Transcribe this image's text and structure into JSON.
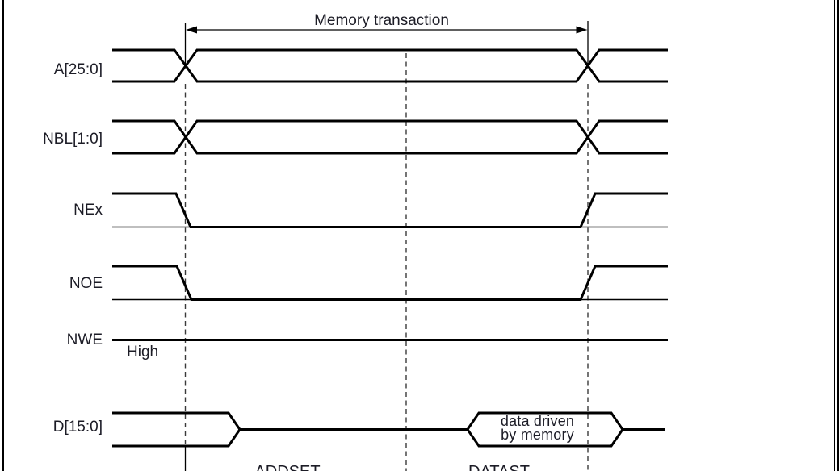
{
  "figure": {
    "dimension_label": "Memory transaction",
    "signals": [
      {
        "label": "A[25:0]"
      },
      {
        "label": "NBL[1:0]"
      },
      {
        "label": "NEx"
      },
      {
        "label": "NOE"
      },
      {
        "label": "NWE"
      },
      {
        "label": "D[15:0]"
      }
    ],
    "nwe_state_note": "High",
    "bus_annotation": {
      "line1": "data driven",
      "line2": "by memory"
    },
    "timing_phases": [
      {
        "label": "ADDSET"
      },
      {
        "label": "DATAST"
      }
    ],
    "colors": {
      "line": "#000000",
      "text": "#1c1c26",
      "guide": "#3a3a3a",
      "background": "#ffffff"
    }
  }
}
